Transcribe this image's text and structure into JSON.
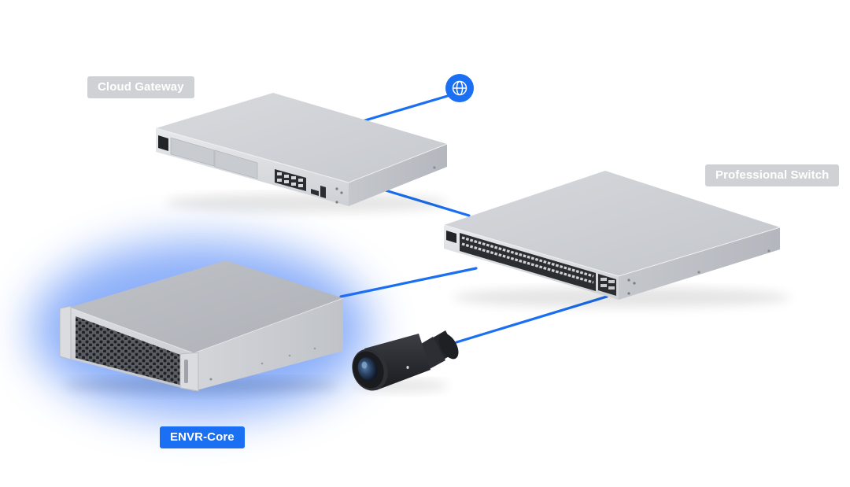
{
  "diagram": {
    "nodes": [
      {
        "id": "internet",
        "label": "",
        "icon": "globe-icon",
        "kind": "internet"
      },
      {
        "id": "cloud-gateway",
        "label": "Cloud Gateway",
        "kind": "gateway",
        "highlighted": false
      },
      {
        "id": "professional-switch",
        "label": "Professional Switch",
        "kind": "switch",
        "highlighted": false
      },
      {
        "id": "envr-core",
        "label": "ENVR-Core",
        "kind": "nvr",
        "highlighted": true
      },
      {
        "id": "camera",
        "label": "",
        "kind": "bullet-camera",
        "highlighted": false
      }
    ],
    "edges": [
      {
        "from": "cloud-gateway",
        "to": "internet"
      },
      {
        "from": "cloud-gateway",
        "to": "professional-switch"
      },
      {
        "from": "envr-core",
        "to": "professional-switch"
      },
      {
        "from": "camera",
        "to": "professional-switch"
      }
    ]
  },
  "labels": {
    "cloud_gateway": "Cloud Gateway",
    "professional_switch": "Professional Switch",
    "envr_core": "ENVR-Core"
  },
  "colors": {
    "link": "#1a6ff2",
    "highlight_glow": "#2d6ef5",
    "label_gray_bg": "#cfd1d4",
    "label_blue_bg": "#1a6ff2",
    "device_silver": "#d2d4d9",
    "camera_body": "#2a2c31"
  }
}
